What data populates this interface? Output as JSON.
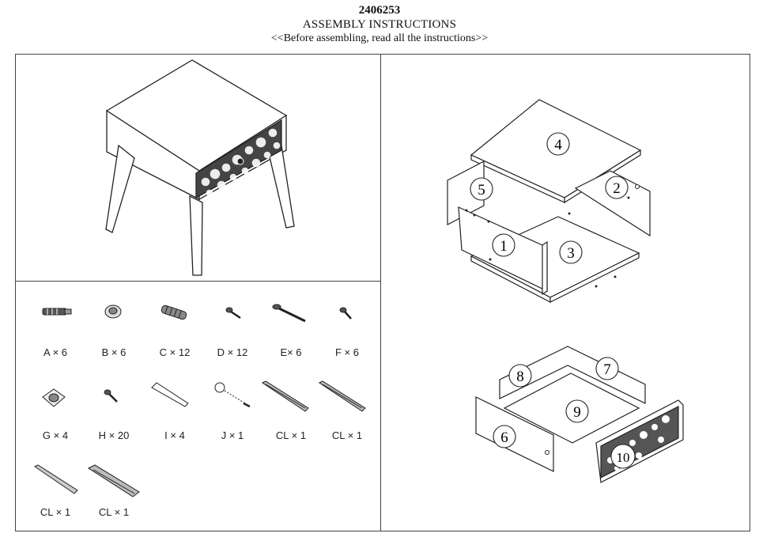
{
  "header": {
    "model_code": "2406253",
    "title": "ASSEMBLY INSTRUCTIONS",
    "subtitle": "<<Before assembling, read all the instructions>>"
  },
  "hardware": [
    {
      "label": "A × 6",
      "icon": "bolt-icon"
    },
    {
      "label": "B × 6",
      "icon": "cam-lock-icon"
    },
    {
      "label": "C × 12",
      "icon": "dowel-icon"
    },
    {
      "label": "D × 12",
      "icon": "short-screw-icon"
    },
    {
      "label": "E× 6",
      "icon": "long-screw-icon"
    },
    {
      "label": "F × 6",
      "icon": "small-screw-icon"
    },
    {
      "label": "G × 4",
      "icon": "leg-plate-icon"
    },
    {
      "label": "H × 20",
      "icon": "screw-icon"
    },
    {
      "label": "I × 4",
      "icon": "leg-icon"
    },
    {
      "label": "J × 1",
      "icon": "knob-icon"
    },
    {
      "label": "CL × 1",
      "icon": "drawer-slide-icon"
    },
    {
      "label": "CL × 1",
      "icon": "drawer-slide-icon"
    },
    {
      "label": "CL × 1",
      "icon": "drawer-slide-icon"
    },
    {
      "label": "CL × 1",
      "icon": "drawer-slide-icon"
    }
  ],
  "panels": {
    "p1": "1",
    "p2": "2",
    "p3": "3",
    "p4": "4",
    "p5": "5",
    "p6": "6",
    "p7": "7",
    "p8": "8",
    "p9": "9",
    "p10": "10"
  },
  "colors": {
    "line": "#222222",
    "panel_fill": "#ffffff",
    "pattern_fill": "#555555"
  }
}
